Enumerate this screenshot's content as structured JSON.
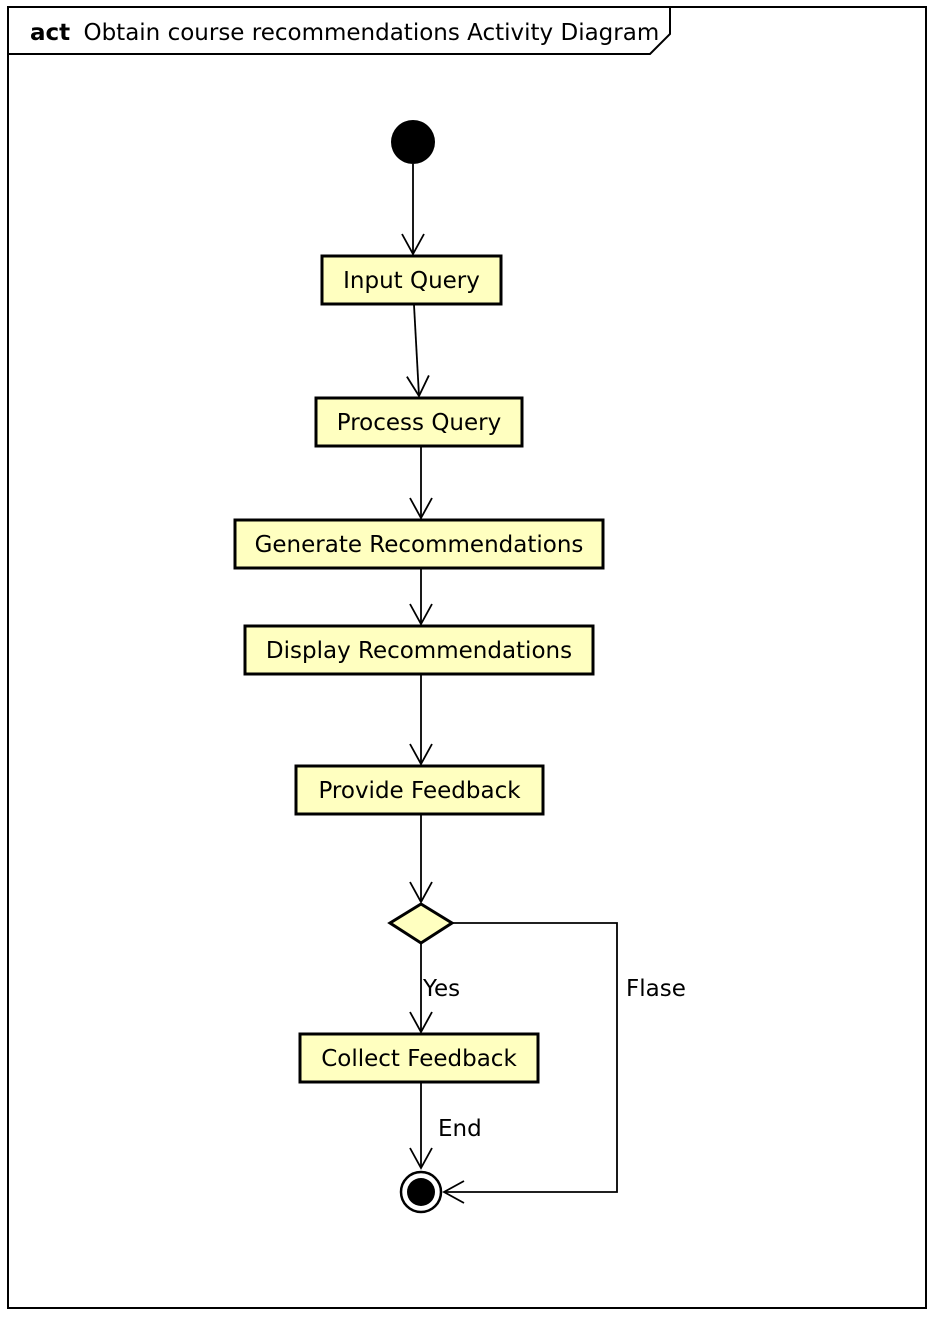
{
  "frame": {
    "keyword": "act",
    "title": "Obtain course recommendations Activity Diagram"
  },
  "colors": {
    "action_fill": "#ffffc0",
    "stroke": "#000000",
    "background": "#ffffff"
  },
  "nodes": {
    "input_query": "Input Query",
    "process_query": "Process Query",
    "generate_recommendations": "Generate Recommendations",
    "display_recommendations": "Display Recommendations",
    "provide_feedback": "Provide Feedback",
    "collect_feedback": "Collect Feedback"
  },
  "edges": {
    "yes": "Yes",
    "false_branch": "Flase",
    "end": "End"
  }
}
